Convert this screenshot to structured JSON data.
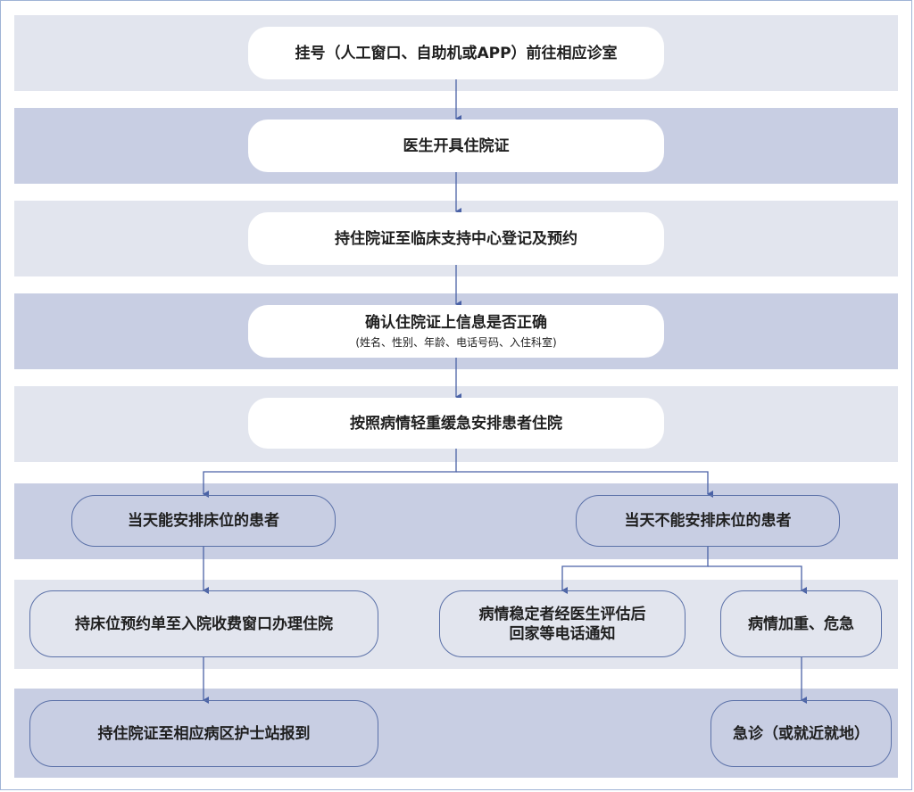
{
  "flowchart": {
    "steps": [
      {
        "label": "挂号（人工窗口、自助机或APP）前往相应诊室"
      },
      {
        "label": "医生开具住院证"
      },
      {
        "label": "持住院证至临床支持中心登记及预约"
      },
      {
        "label": "确认住院证上信息是否正确",
        "note": "(姓名、性别、年龄、电话号码、入住科室)"
      },
      {
        "label": "按照病情轻重缓急安排患者住院"
      }
    ],
    "branch_left": {
      "label": "当天能安排床位的患者",
      "next": "持床位预约单至入院收费窗口办理住院",
      "final": "持住院证至相应病区护士站报到"
    },
    "branch_right": {
      "label": "当天不能安排床位的患者",
      "stable_line1": "病情稳定者经医生评估后",
      "stable_line2": "回家等电话通知",
      "urgent": "病情加重、危急",
      "final": "急诊（或就近就地）"
    }
  }
}
